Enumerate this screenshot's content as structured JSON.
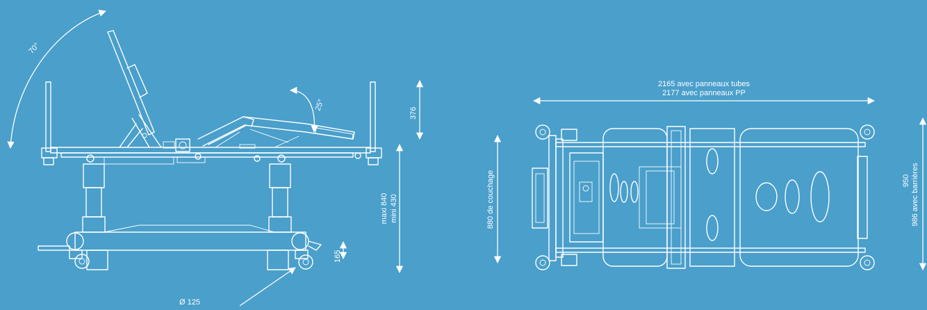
{
  "side_view": {
    "backrest_angle": "70°",
    "legrest_angle": "25°",
    "headboard_height": "376",
    "height_max": "maxi 840",
    "height_min": "mini 430",
    "ground_clearance": "165",
    "wheel_diameter": "Ø 125"
  },
  "top_view": {
    "length_tubes": "2165 avec panneaux tubes",
    "length_pp": "2177 avec panneaux PP",
    "sleeping_width": "880 de couchage",
    "width": "950",
    "width_with_rails": "986 avec barrières"
  },
  "colors": {
    "background": "#4a9fcb",
    "line": "#ffffff"
  }
}
